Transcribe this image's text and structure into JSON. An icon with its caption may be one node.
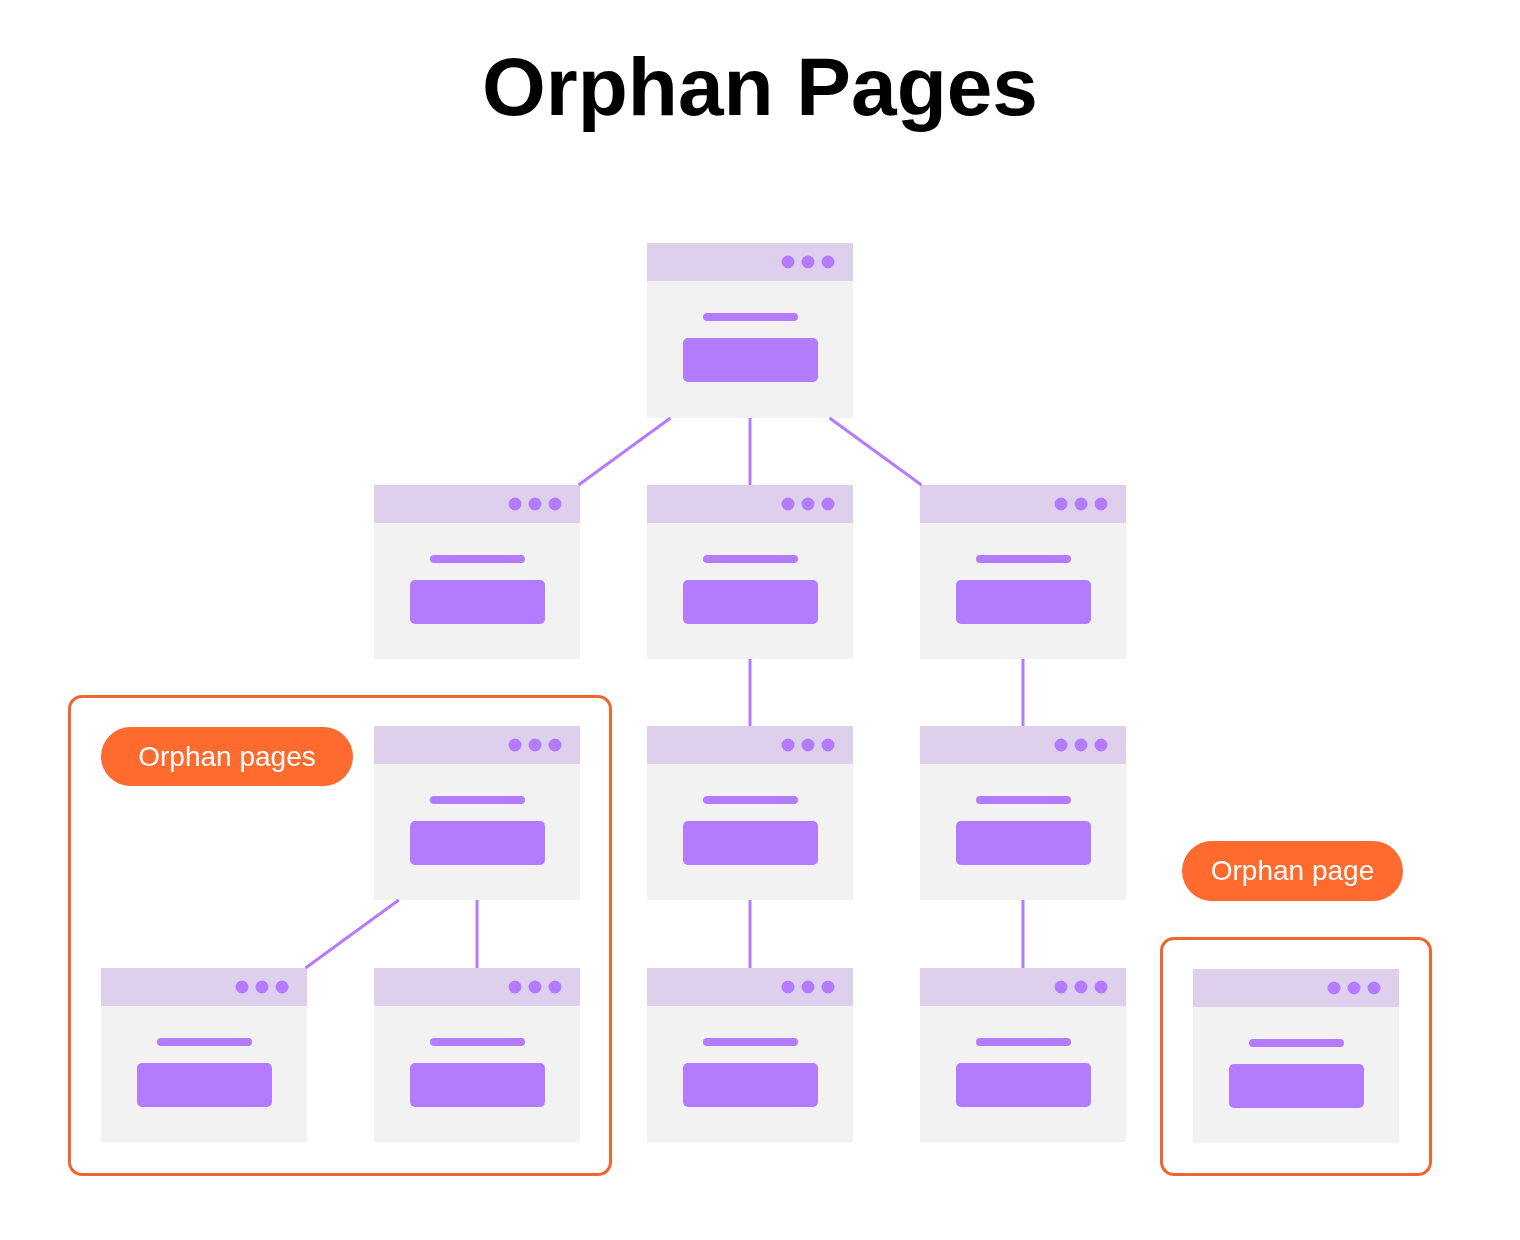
{
  "diagram": {
    "title": "Orphan Pages",
    "nodes": [
      {
        "text": [],
        "shape": "box"
      },
      {
        "text": [],
        "shape": "box"
      },
      {
        "text": [],
        "shape": "box"
      },
      {
        "text": [],
        "shape": "box"
      },
      {
        "text": [],
        "shape": "box"
      },
      {
        "text": [
          "Orphan pages"
        ],
        "in": 4
      },
      {
        "text": [],
        "shape": "box",
        "in": 4
      },
      {
        "text": [],
        "shape": "box"
      },
      {
        "text": [],
        "shape": "box"
      },
      {
        "text": [
          "Orphan page"
        ]
      },
      {
        "text": [],
        "shape": "box",
        "in": 4
      },
      {
        "text": [],
        "shape": "box",
        "in": 4
      },
      {
        "text": [],
        "shape": "box"
      },
      {
        "text": [],
        "shape": "box"
      },
      {
        "text": [],
        "shape": "box"
      },
      {
        "text": [],
        "shape": "box",
        "in": 14
      }
    ],
    "edges": [
      {
        "from": 0,
        "to": 1,
        "arrow": "none"
      },
      {
        "from": 0,
        "to": 2,
        "arrow": "none"
      },
      {
        "from": 0,
        "to": 3,
        "arrow": "none"
      },
      {
        "from": 2,
        "to": 7,
        "arrow": "none"
      },
      {
        "from": 3,
        "to": 8,
        "arrow": "none"
      },
      {
        "from": 6,
        "to": 10,
        "arrow": "none"
      },
      {
        "from": 6,
        "to": 11,
        "arrow": "none"
      },
      {
        "from": 7,
        "to": 12,
        "arrow": "none"
      },
      {
        "from": 8,
        "to": 13,
        "arrow": "none"
      }
    ]
  }
}
